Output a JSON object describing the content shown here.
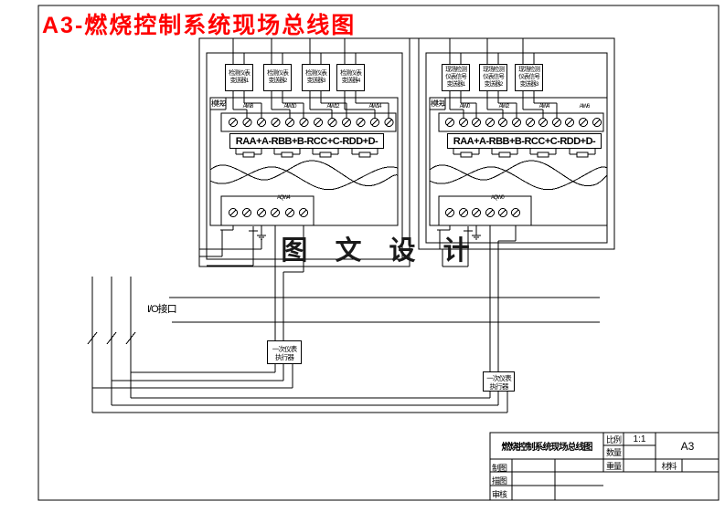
{
  "title": "A3-燃烧控制系统现场总线图",
  "watermark": "图 文 设 计",
  "io_label": "I/O接口",
  "terminal_row_text": "RAA+A-RBB+B-RCC+C-RDD+D-",
  "modules": {
    "left": {
      "name": "模块2",
      "ai_labels": [
        "AIW8",
        "AIW10",
        "AIW12",
        "AIW14"
      ],
      "ao_label": "AQW4",
      "sensors": [
        [
          "检测仪表",
          "变送器1"
        ],
        [
          "检测仪表",
          "变送器2"
        ],
        [
          "检测仪表",
          "变送器3"
        ],
        [
          "检测仪表",
          "变送器4"
        ]
      ]
    },
    "right": {
      "name": "模块1",
      "ai_labels": [
        "AIW0",
        "AIW2",
        "AIW4",
        "AIW6"
      ],
      "ao_label": "AQW0",
      "sensors": [
        [
          "现场检测",
          "仪表信号",
          "变送器1"
        ],
        [
          "现场检测",
          "仪表信号",
          "变送器2"
        ],
        [
          "现场检测",
          "仪表信号",
          "变送器3"
        ]
      ]
    }
  },
  "instrument_boxes": {
    "left": [
      "一次仪表",
      "执行器"
    ],
    "right": [
      "一次仪表",
      "执行器"
    ]
  },
  "title_block": {
    "drawing_title": "燃烧控制系统现场总线图",
    "scale_label": "比例",
    "scale_value": "1:1",
    "quantity_label": "数量",
    "weight_label": "重量",
    "material_label": "材料",
    "sheet_code": "A3",
    "maker_label": "制图",
    "tracer_label": "描图",
    "checker_label": "审核"
  },
  "colors": {
    "title_red": "#ff0000",
    "line": "#000000"
  }
}
